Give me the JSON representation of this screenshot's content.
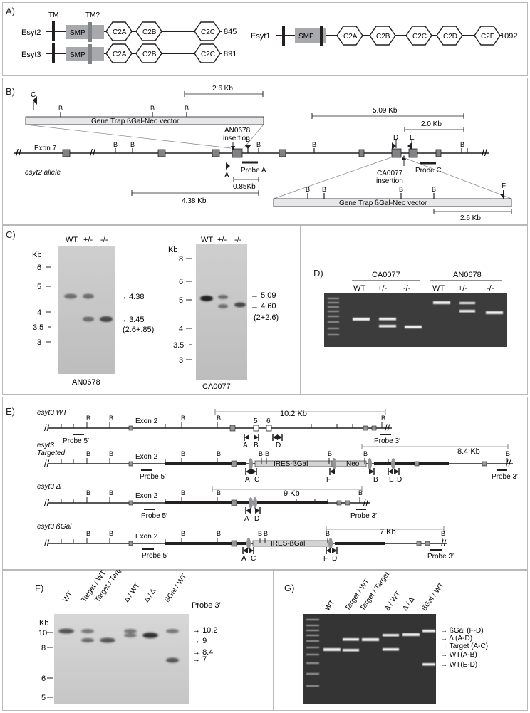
{
  "panels": {
    "a": "A)",
    "b": "B)",
    "c": "C)",
    "d": "D)",
    "e": "E)",
    "f": "F)",
    "g": "G)"
  },
  "panel_a": {
    "esyt2": {
      "name": "Esyt2",
      "size": "845",
      "tm": "TM",
      "tm2": "TM?"
    },
    "esyt3": {
      "name": "Esyt3",
      "size": "891"
    },
    "esyt1": {
      "name": "Esyt1",
      "size": "1092"
    },
    "smp": "SMP",
    "domains": {
      "c2a": "C2A",
      "c2b": "C2B",
      "c2c": "C2C",
      "c2d": "C2D",
      "c2e": "C2E"
    }
  },
  "panel_b": {
    "vector_label": "Gene Trap ßGal-Neo  vector",
    "kb_2_6": "2.6 Kb",
    "kb_5_09": "5.09 Kb",
    "kb_2_0": "2.0 Kb",
    "kb_4_38": "4.38 Kb",
    "kb_0_85": "0.85Kb",
    "exon7": "Exon 7",
    "allele": "esyt2 allele",
    "an0678_1": "AN0678",
    "an0678_2": "insertion",
    "ca0077_1": "CA0077",
    "ca0077_2": "insertion",
    "probe_a": "Probe A",
    "probe_c": "Probe C",
    "b": "B",
    "primer_a": "A",
    "primer_c": "C",
    "primer_d": "D",
    "primer_e": "E",
    "primer_f": "F"
  },
  "panel_c": {
    "kb": "Kb",
    "blot1": {
      "lanes": [
        "WT",
        "+/-",
        "-/-"
      ],
      "ticks": [
        "6",
        "5",
        "4",
        "3.5",
        "3"
      ],
      "bands": [
        "4.38",
        "3.45",
        "(2.6+.85)"
      ],
      "name": "AN0678"
    },
    "blot2": {
      "lanes": [
        "WT",
        "+/-",
        "-/-"
      ],
      "ticks": [
        "8",
        "6",
        "5",
        "4",
        "3.5",
        "3"
      ],
      "bands": [
        "5.09",
        "4.60",
        "(2+2.6)"
      ],
      "name": "CA0077"
    }
  },
  "panel_d": {
    "groups": [
      "CA0077",
      "AN0678"
    ],
    "lanes": [
      "WT",
      "+/-",
      "-/-",
      "WT",
      "+/-",
      "-/-"
    ]
  },
  "panel_e": {
    "wt": "esyt3 WT",
    "targeted_1": "esyt3",
    "targeted_2": "Targeted",
    "delta": "esyt3 Δ",
    "bgal": "esyt3 ßGal",
    "exon2": "Exon 2",
    "probe5": "Probe 5′",
    "probe3": "Probe 3′",
    "kb_10_2": "10.2 Kb",
    "kb_8_4": "8.4 Kb",
    "kb_9": "9 Kb",
    "kb_7": "7 Kb",
    "ex5": "5",
    "ex6": "6",
    "ires_bgal": "IRES-ßGal",
    "neo": "Neo",
    "b": "B",
    "pa": "A",
    "pb": "B",
    "pc": "C",
    "pd": "D",
    "pe": "E",
    "pf": "F"
  },
  "panel_f": {
    "lanes": [
      "WT",
      "Target / WT",
      "Target / Target",
      "Δ / WT",
      "Δ / Δ",
      "ßGal / WT"
    ],
    "probe": "Probe 3′",
    "kb": "Kb",
    "ticks": [
      "10",
      "8",
      "6",
      "5"
    ],
    "bands": [
      "10.2",
      "9",
      "8.4",
      "7"
    ]
  },
  "panel_g": {
    "lanes": [
      "WT",
      "Target / WT",
      "Target / Target",
      "Δ / WT",
      "Δ / Δ",
      "ßGal / WT"
    ],
    "bands": [
      "ßGal (F-D)",
      "Δ (A-D)",
      "Target (A-C)",
      "WT(A-B)",
      "WT(E-D)"
    ]
  }
}
